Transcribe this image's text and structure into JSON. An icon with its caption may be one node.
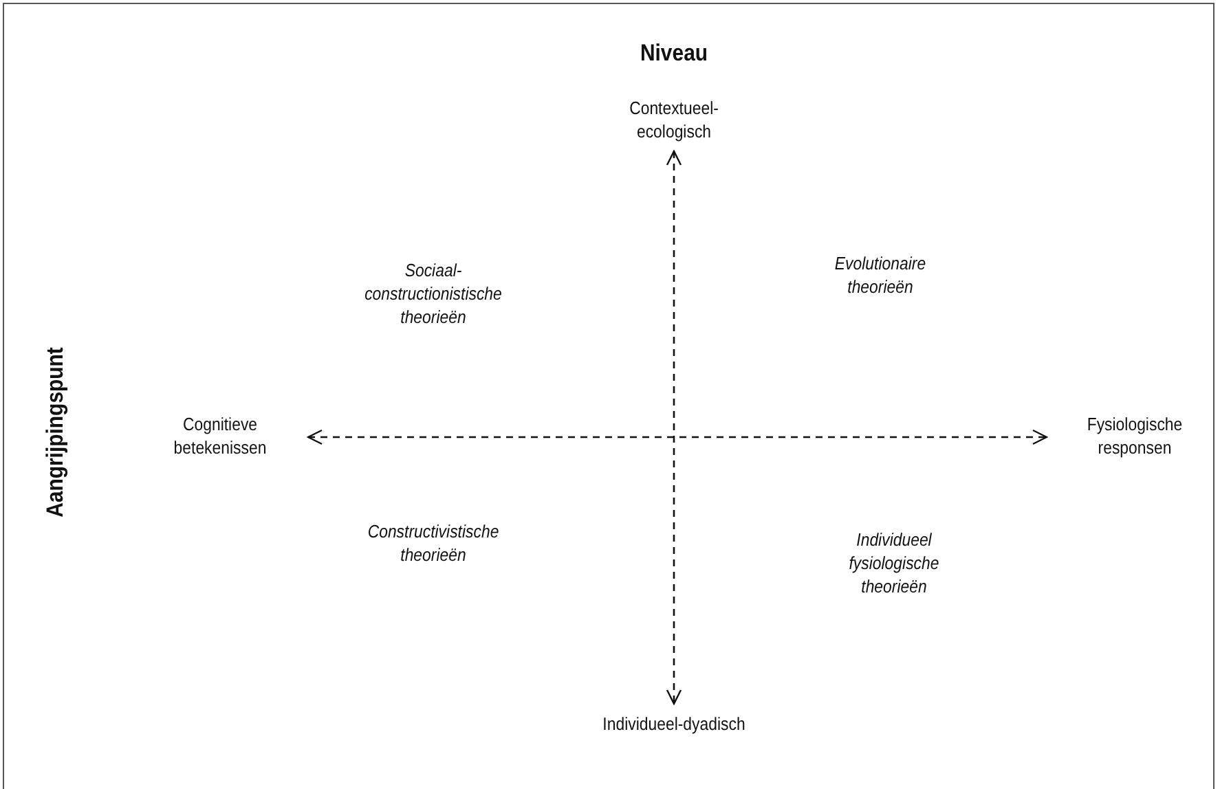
{
  "diagram": {
    "nodes": [
      {
        "text": [
          "Contextueel-ecologisch"
        ]
      },
      {
        "text": [
          "Cognitieve betekenissen"
        ]
      },
      {
        "text": [
          "Fysiologische responsen"
        ]
      },
      {
        "text": [
          "Individueel-dyadisch"
        ]
      }
    ],
    "edges": [
      {
        "from": 0,
        "to": 3,
        "arrow": "both",
        "style": "dashed"
      },
      {
        "from": 1,
        "to": 2,
        "arrow": "both",
        "style": "dashed"
      }
    ],
    "labels": [
      "Niveau",
      "Aangrijpingspunt",
      "Sociaal-constructionistische theorieën",
      "Evolutionaire theorieën",
      "Constructivistische theorieën",
      "Individueel fysiologische theorieën"
    ]
  }
}
